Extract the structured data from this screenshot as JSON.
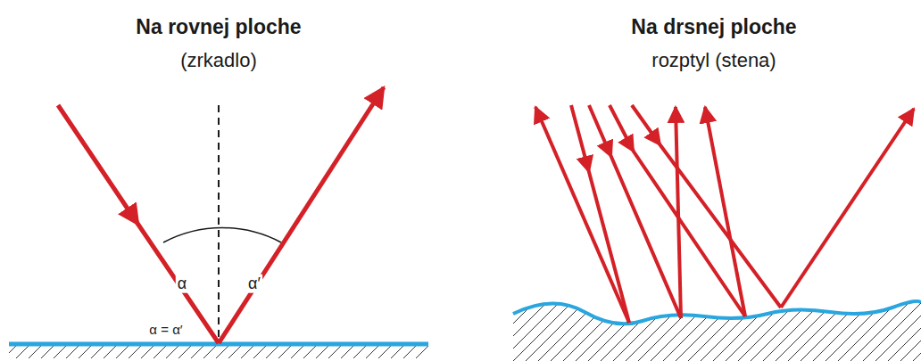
{
  "diagram": {
    "labels": [
      "Na rovnej ploche",
      "(zrkadlo)",
      "α",
      "α′",
      "α = α′",
      "Na drsnej ploche",
      "rozptyl (stena)"
    ]
  }
}
